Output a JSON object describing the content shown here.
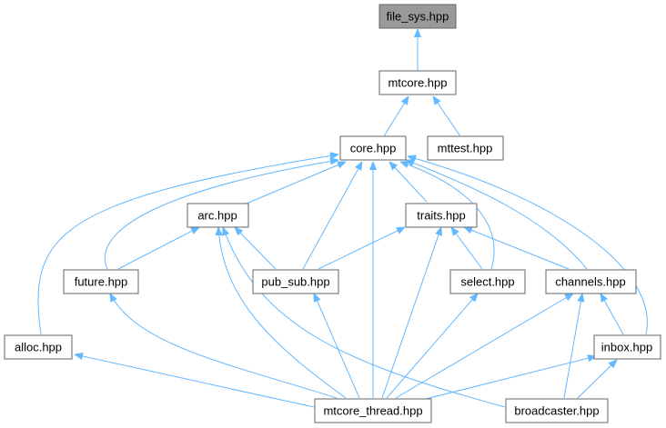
{
  "diagram": {
    "nodes": {
      "file_sys": "file_sys.hpp",
      "mtcore": "mtcore.hpp",
      "core": "core.hpp",
      "mttest": "mttest.hpp",
      "arc": "arc.hpp",
      "traits": "traits.hpp",
      "future": "future.hpp",
      "pub_sub": "pub_sub.hpp",
      "select": "select.hpp",
      "channels": "channels.hpp",
      "alloc": "alloc.hpp",
      "inbox": "inbox.hpp",
      "mtcore_thread": "mtcore_thread.hpp",
      "broadcaster": "broadcaster.hpp"
    },
    "edges": [
      [
        "mtcore",
        "file_sys"
      ],
      [
        "core",
        "mtcore"
      ],
      [
        "mttest",
        "mtcore"
      ],
      [
        "arc",
        "core"
      ],
      [
        "traits",
        "core"
      ],
      [
        "future",
        "core"
      ],
      [
        "pub_sub",
        "core"
      ],
      [
        "select",
        "core"
      ],
      [
        "channels",
        "core"
      ],
      [
        "alloc",
        "core"
      ],
      [
        "inbox",
        "core"
      ],
      [
        "mtcore_thread",
        "core"
      ],
      [
        "future",
        "arc"
      ],
      [
        "pub_sub",
        "arc"
      ],
      [
        "mtcore_thread",
        "arc"
      ],
      [
        "broadcaster",
        "arc"
      ],
      [
        "pub_sub",
        "traits"
      ],
      [
        "select",
        "traits"
      ],
      [
        "channels",
        "traits"
      ],
      [
        "mtcore_thread",
        "traits"
      ],
      [
        "mtcore_thread",
        "future"
      ],
      [
        "mtcore_thread",
        "pub_sub"
      ],
      [
        "mtcore_thread",
        "select"
      ],
      [
        "mtcore_thread",
        "channels"
      ],
      [
        "inbox",
        "channels"
      ],
      [
        "broadcaster",
        "channels"
      ],
      [
        "mtcore_thread",
        "alloc"
      ],
      [
        "mtcore_thread",
        "inbox"
      ],
      [
        "broadcaster",
        "inbox"
      ]
    ]
  }
}
